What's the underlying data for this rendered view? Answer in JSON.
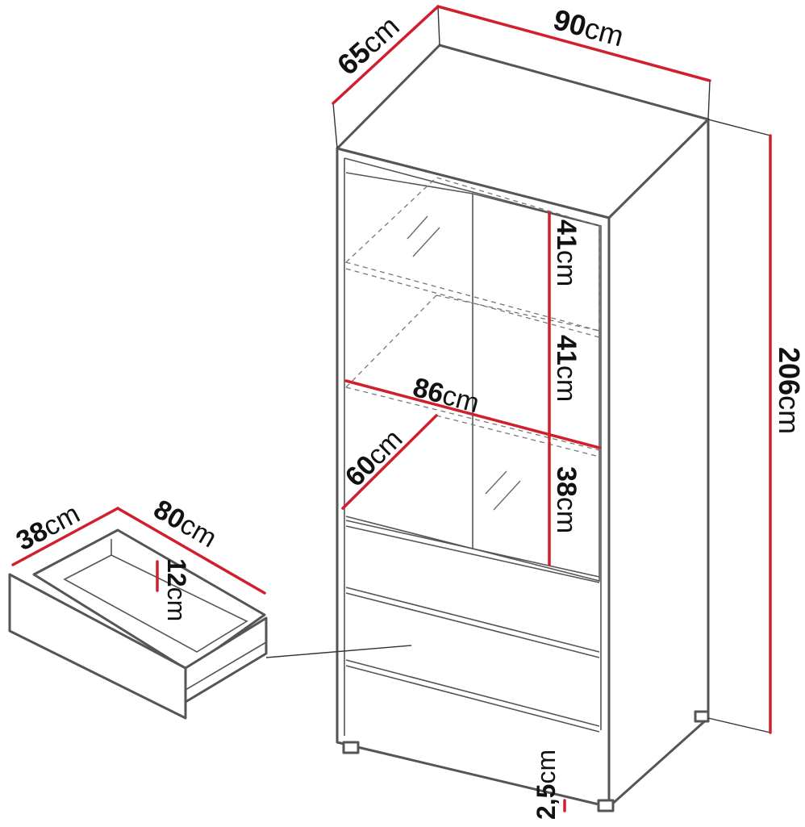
{
  "colors": {
    "dimension_line": "#d0202e",
    "outline": "#555555",
    "text": "#111111"
  },
  "cabinet": {
    "width": {
      "value": "90",
      "unit": "cm"
    },
    "depth": {
      "value": "65",
      "unit": "cm"
    },
    "height": {
      "value": "206",
      "unit": "cm"
    },
    "inner_width": {
      "value": "86",
      "unit": "cm"
    },
    "inner_depth": {
      "value": "60",
      "unit": "cm"
    },
    "shelf_upper": {
      "value": "41",
      "unit": "cm"
    },
    "shelf_middle": {
      "value": "41",
      "unit": "cm"
    },
    "shelf_lower": {
      "value": "38",
      "unit": "cm"
    },
    "plinth": {
      "value": "2,5",
      "unit": "cm"
    }
  },
  "drawer": {
    "depth": {
      "value": "38",
      "unit": "cm"
    },
    "width": {
      "value": "80",
      "unit": "cm"
    },
    "height": {
      "value": "12",
      "unit": "cm"
    }
  }
}
